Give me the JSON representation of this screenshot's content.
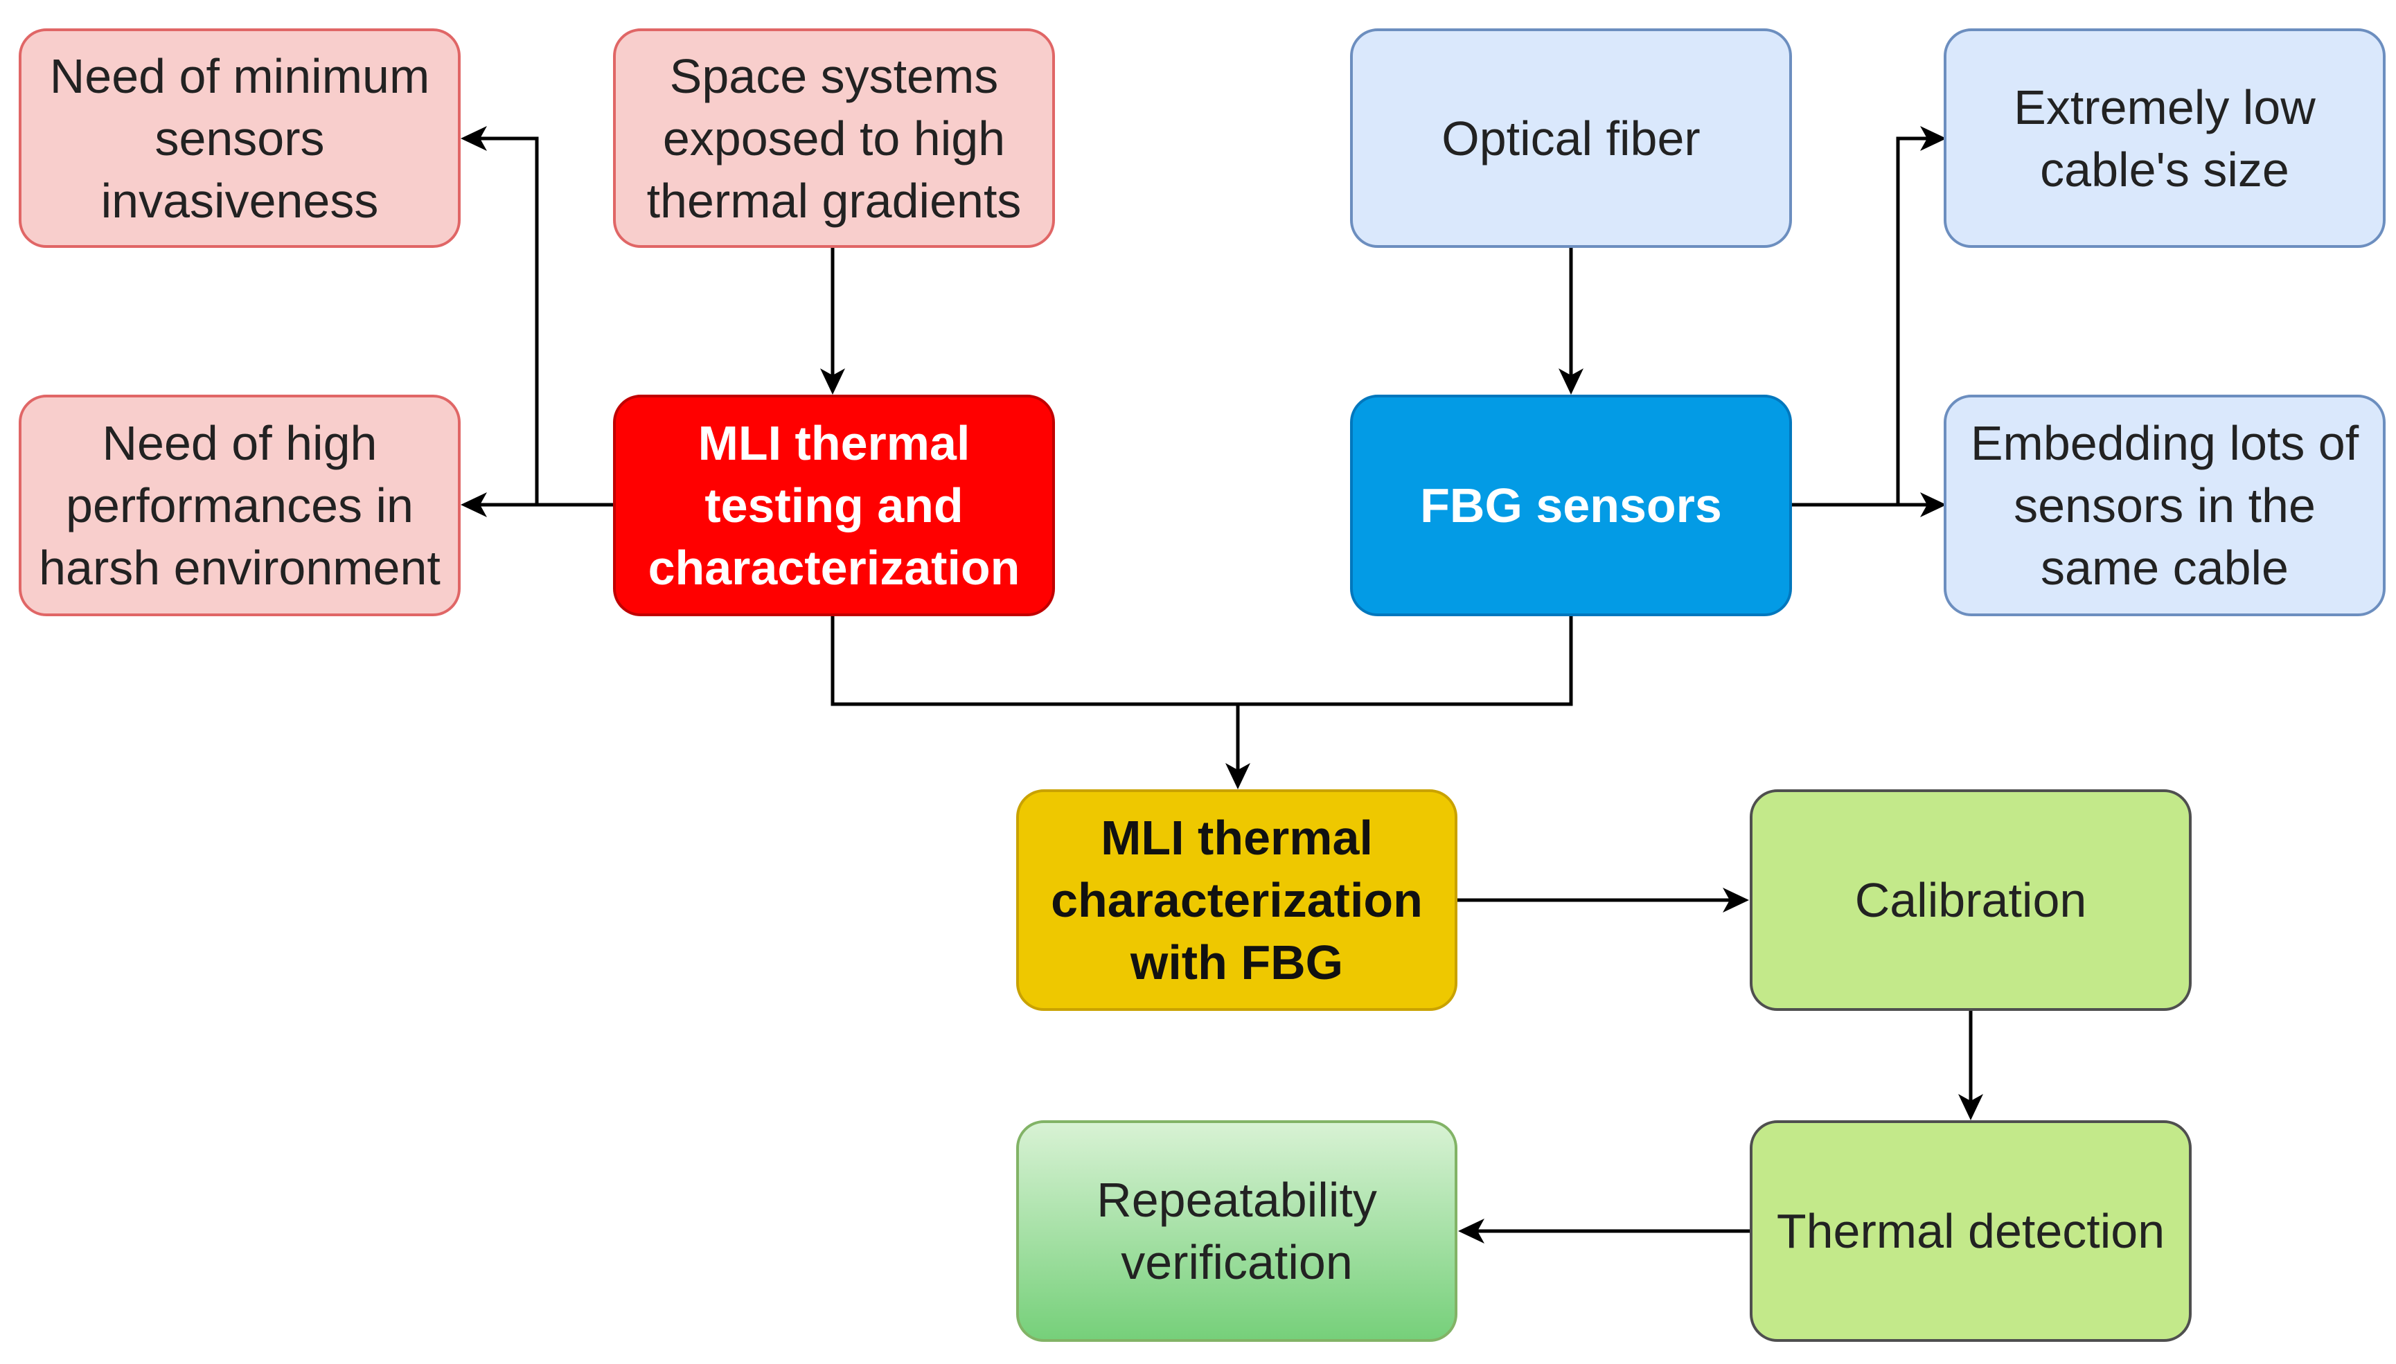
{
  "nodes": {
    "need_min_invasiveness": "Need of minimum\nsensors\ninvasiveness",
    "space_systems": "Space systems\nexposed to high\nthermal gradients",
    "optical_fiber": "Optical fiber",
    "low_cable_size": "Extremely low\ncable's size",
    "need_high_performance": "Need of high\nperformances in\nharsh environment",
    "mli_testing": "MLI thermal\ntesting and\ncharacterization",
    "fbg_sensors": "FBG sensors",
    "embedding_sensors": "Embedding lots of\nsensors in the\nsame cable",
    "mli_with_fbg": "MLI thermal\ncharacterization\nwith FBG",
    "calibration": "Calibration",
    "repeatability": "Repeatability\nverification",
    "thermal_detection": "Thermal detection"
  },
  "colors": {
    "pink_fill": "#f8cecc",
    "blue_fill": "#dae8fc",
    "red_fill": "#ff0000",
    "cyan_fill": "#039be5",
    "gold_fill": "#eec800",
    "lime_fill": "#c3e98a",
    "green_gradient_bottom": "#76d07a",
    "connector": "#000000"
  }
}
